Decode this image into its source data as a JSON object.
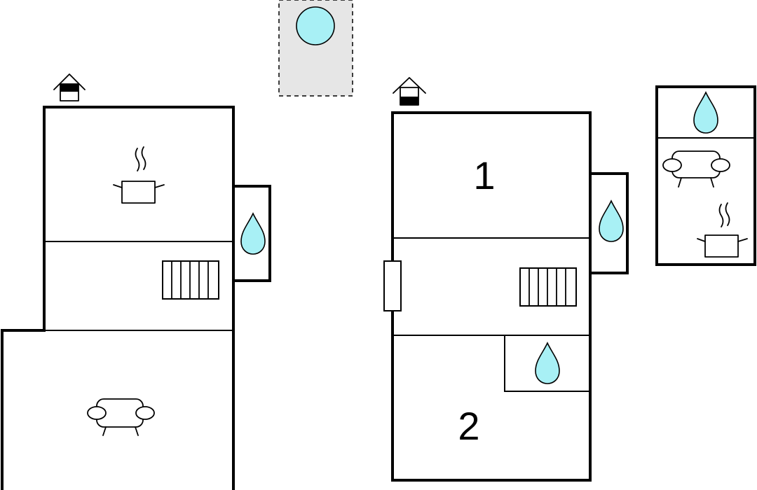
{
  "floor_plan": {
    "rooms": [
      {
        "id": "room-1",
        "number": "1"
      },
      {
        "id": "room-2",
        "number": "2"
      }
    ],
    "colors": {
      "water": "#a8f0f5",
      "pool_area": "#e6e6e6",
      "walls": "#000000",
      "background": "#ffffff"
    },
    "icons": [
      "entrance-icon",
      "kitchen-icon",
      "stairs-icon",
      "water-drop-icon",
      "sofa-icon",
      "pool-icon",
      "door-icon"
    ]
  }
}
